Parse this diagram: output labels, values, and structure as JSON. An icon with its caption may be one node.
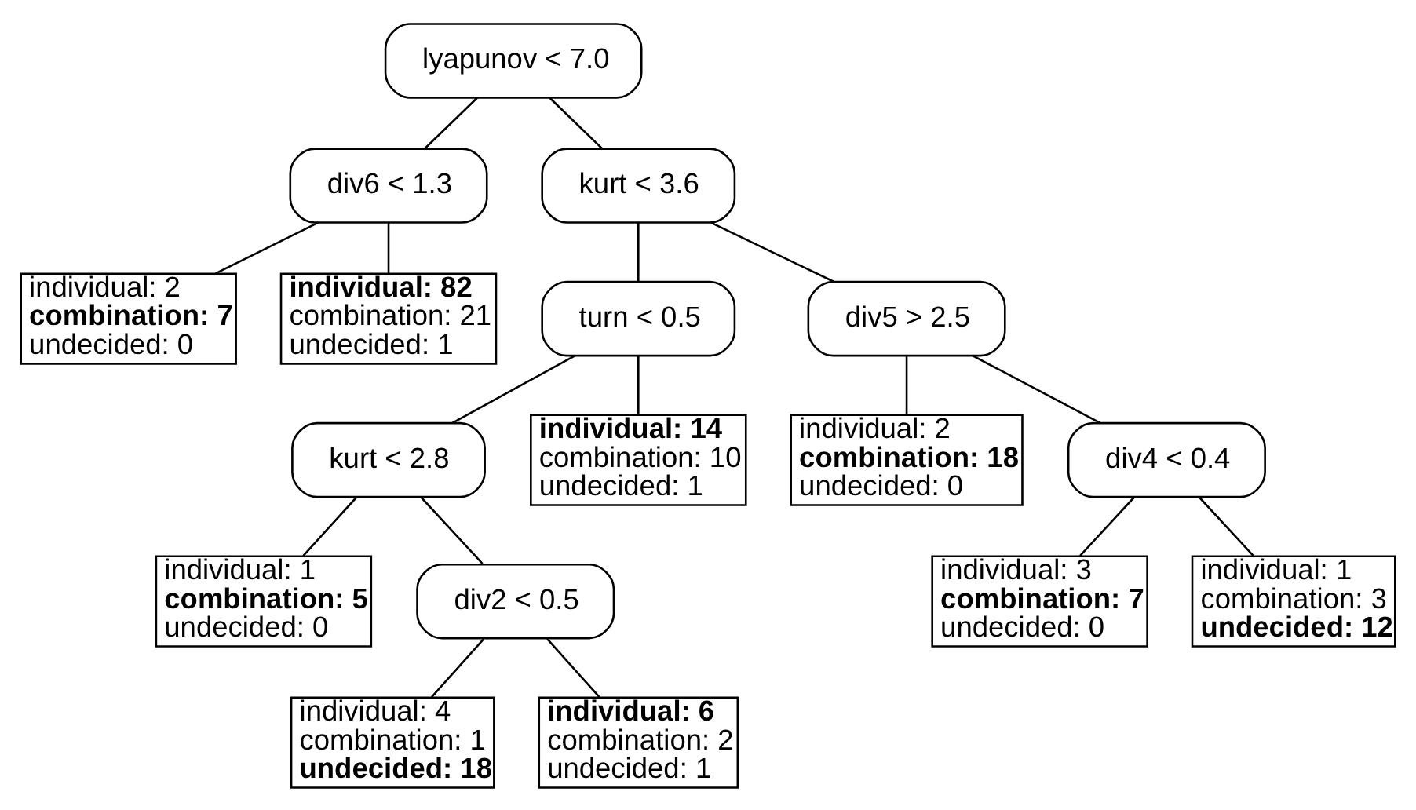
{
  "diagram": {
    "nodes": [
      {
        "text": [
          "lyapunov < 7.0"
        ]
      },
      {
        "text": [
          "div6 < 1.3"
        ]
      },
      {
        "text": [
          "kurt < 3.6"
        ]
      },
      {
        "text": [
          "individual: 2",
          "**combination: 7**",
          "undecided: 0"
        ]
      },
      {
        "text": [
          "**individual: 82**",
          "combination: 21",
          "undecided: 1"
        ]
      },
      {
        "text": [
          "turn < 0.5"
        ]
      },
      {
        "text": [
          "div5 > 2.5"
        ]
      },
      {
        "text": [
          "kurt < 2.8"
        ]
      },
      {
        "text": [
          "**individual: 14**",
          "combination: 10",
          "undecided: 1"
        ]
      },
      {
        "text": [
          "individual: 2",
          "**combination: 18**",
          "undecided: 0"
        ]
      },
      {
        "text": [
          "div4 < 0.4"
        ]
      },
      {
        "text": [
          "individual: 1",
          "**combination: 5**",
          "undecided: 0"
        ]
      },
      {
        "text": [
          "div2 < 0.5"
        ]
      },
      {
        "text": [
          "individual: 3",
          "**combination: 7**",
          "undecided: 0"
        ]
      },
      {
        "text": [
          "individual: 1",
          "combination: 3",
          "**undecided: 12**"
        ]
      },
      {
        "text": [
          "individual: 4",
          "combination: 1",
          "**undecided: 18**"
        ]
      },
      {
        "text": [
          "**individual: 6**",
          "combination: 2",
          "undecided: 1"
        ]
      }
    ],
    "edges": [
      {
        "from": 0,
        "to": 1,
        "arrow": "none"
      },
      {
        "from": 0,
        "to": 2,
        "arrow": "none"
      },
      {
        "from": 1,
        "to": 3,
        "arrow": "none"
      },
      {
        "from": 1,
        "to": 4,
        "arrow": "none"
      },
      {
        "from": 2,
        "to": 5,
        "arrow": "none"
      },
      {
        "from": 2,
        "to": 6,
        "arrow": "none"
      },
      {
        "from": 5,
        "to": 7,
        "arrow": "none"
      },
      {
        "from": 5,
        "to": 8,
        "arrow": "none"
      },
      {
        "from": 6,
        "to": 9,
        "arrow": "none"
      },
      {
        "from": 6,
        "to": 10,
        "arrow": "none"
      },
      {
        "from": 7,
        "to": 11,
        "arrow": "none"
      },
      {
        "from": 7,
        "to": 12,
        "arrow": "none"
      },
      {
        "from": 10,
        "to": 13,
        "arrow": "none"
      },
      {
        "from": 10,
        "to": 14,
        "arrow": "none"
      },
      {
        "from": 12,
        "to": 15,
        "arrow": "none"
      },
      {
        "from": 12,
        "to": 16,
        "arrow": "none"
      }
    ]
  }
}
